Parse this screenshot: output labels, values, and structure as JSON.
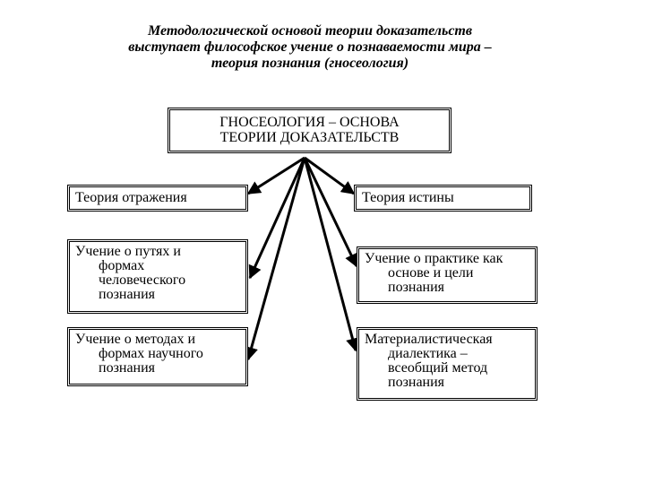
{
  "title": {
    "line1": "Методологической основой теории доказательств",
    "line2": "выступает философское учение о познаваемости мира –",
    "line3": "теория познания (гносеология)"
  },
  "center": {
    "line1": "ГНОСЕОЛОГИЯ – ОСНОВА",
    "line2": "ТЕОРИИ ДОКАЗАТЕЛЬСТВ"
  },
  "left": {
    "reflection": {
      "line1": "Теория отражения"
    },
    "paths": {
      "line1": "Учение о путях и",
      "line2": "формах",
      "line3": "человеческого",
      "line4": "познания"
    },
    "methods": {
      "line1": "Учение о методах и",
      "line2": "формах научного",
      "line3": "познания"
    }
  },
  "right": {
    "truth": {
      "line1": "Теория истины"
    },
    "practice": {
      "line1": "Учение о практике как",
      "line2": "основе и цели",
      "line3": "познания"
    },
    "dialectics": {
      "line1": "Материалистическая",
      "line2": "диалектика –",
      "line3": "всеобщий метод",
      "line4": "познания"
    }
  }
}
